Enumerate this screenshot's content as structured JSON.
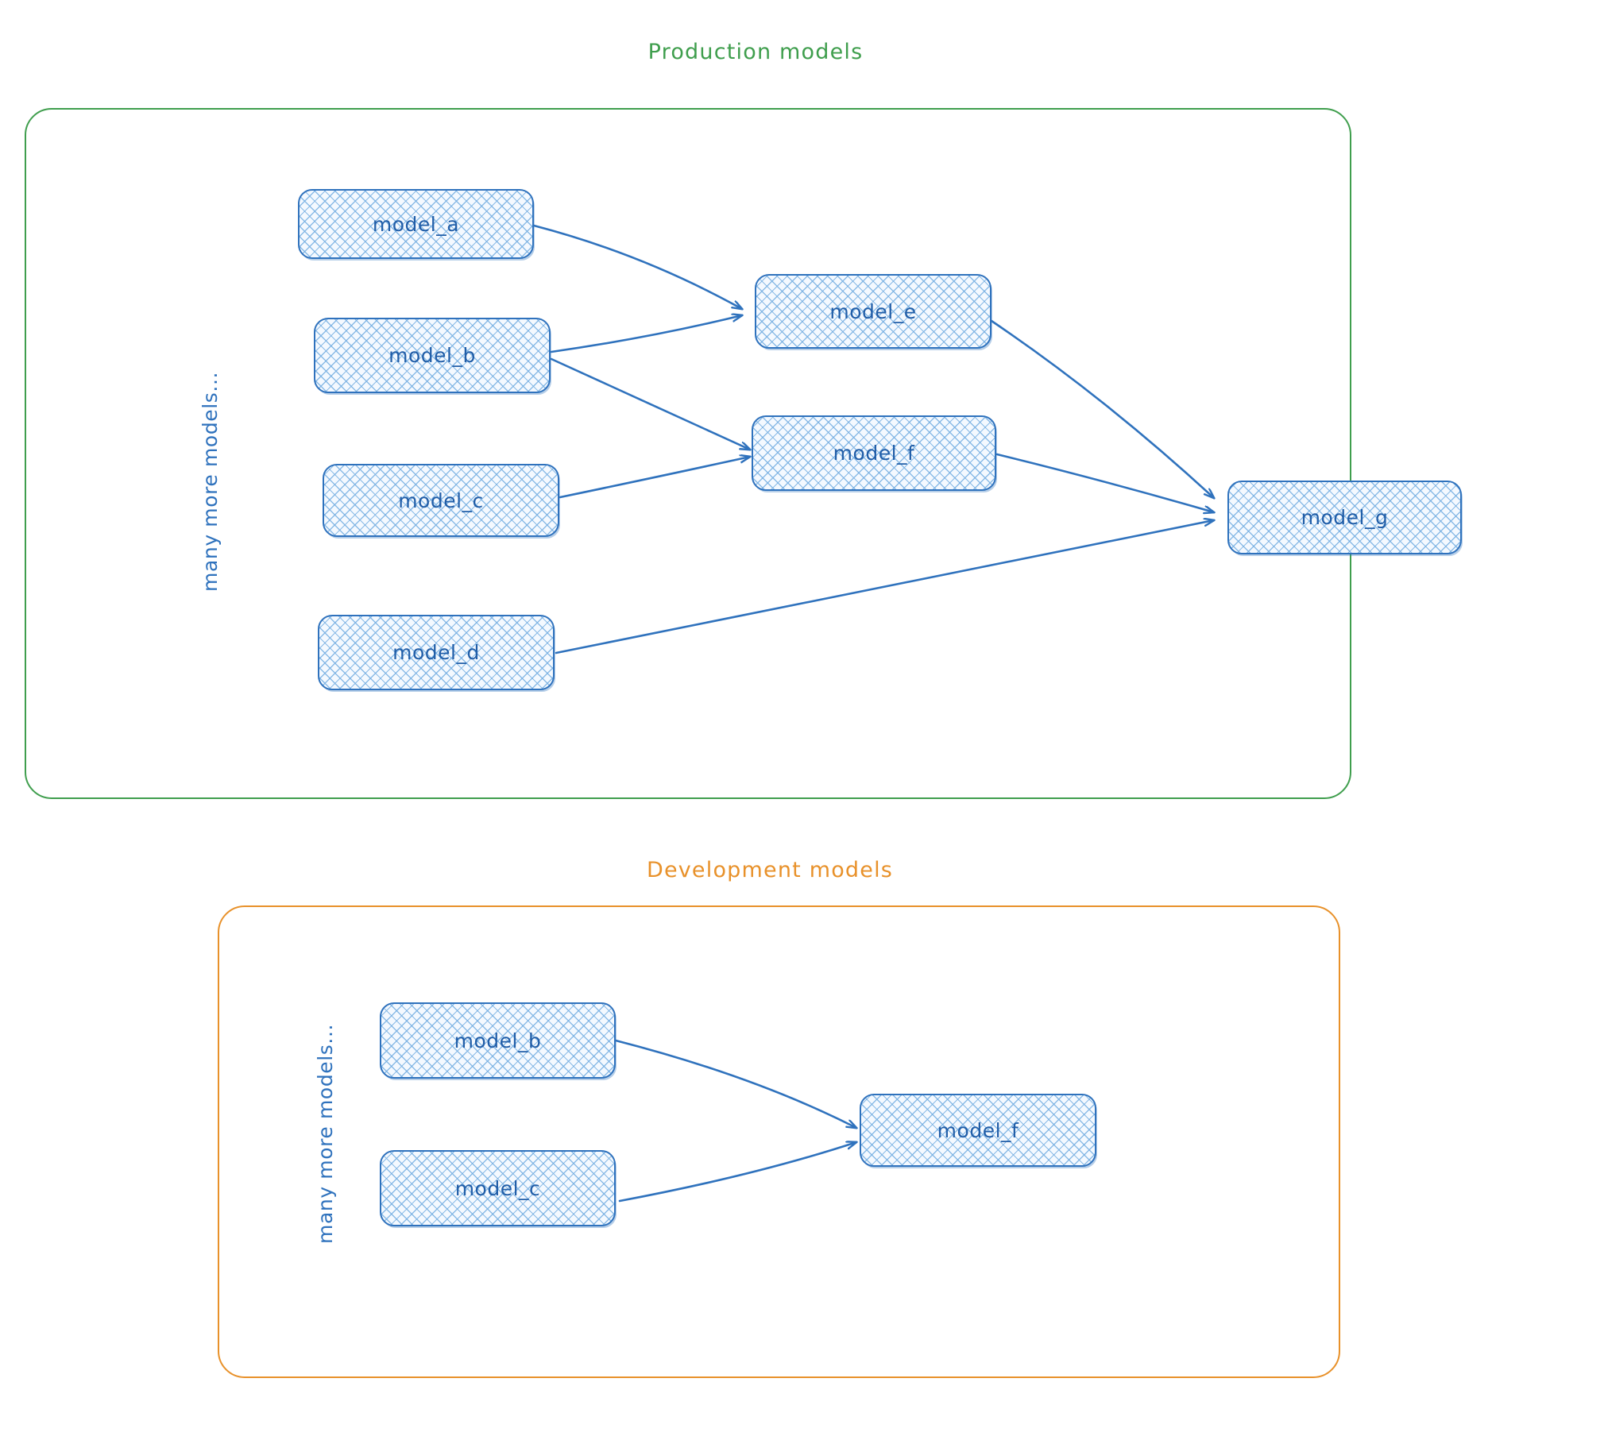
{
  "diagram": {
    "type": "dependency-graph",
    "background": "#ffffff",
    "node_accent": "#2f72bd",
    "node_fill": "#f4f9ff",
    "edge_color": "#2f72bd"
  },
  "groups": [
    {
      "id": "production",
      "title": "Production models",
      "color": "#3f9e4d",
      "side_label": "many more models...",
      "nodes": [
        {
          "id": "model_a",
          "label": "model_a"
        },
        {
          "id": "model_b",
          "label": "model_b"
        },
        {
          "id": "model_c",
          "label": "model_c"
        },
        {
          "id": "model_d",
          "label": "model_d"
        },
        {
          "id": "model_e",
          "label": "model_e"
        },
        {
          "id": "model_f",
          "label": "model_f"
        },
        {
          "id": "model_g",
          "label": "model_g"
        }
      ],
      "edges": [
        {
          "from": "model_a",
          "to": "model_e"
        },
        {
          "from": "model_b",
          "to": "model_e"
        },
        {
          "from": "model_b",
          "to": "model_f"
        },
        {
          "from": "model_c",
          "to": "model_f"
        },
        {
          "from": "model_e",
          "to": "model_g"
        },
        {
          "from": "model_f",
          "to": "model_g"
        },
        {
          "from": "model_d",
          "to": "model_g"
        }
      ]
    },
    {
      "id": "development",
      "title": "Development models",
      "color": "#e8912a",
      "side_label": "many more models...",
      "nodes": [
        {
          "id": "dev_model_b",
          "label": "model_b"
        },
        {
          "id": "dev_model_c",
          "label": "model_c"
        },
        {
          "id": "dev_model_f",
          "label": "model_f"
        }
      ],
      "edges": [
        {
          "from": "dev_model_b",
          "to": "dev_model_f"
        },
        {
          "from": "dev_model_c",
          "to": "dev_model_f"
        }
      ]
    }
  ]
}
